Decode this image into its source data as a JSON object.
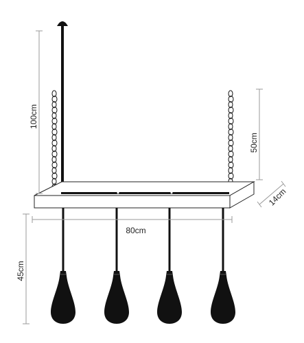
{
  "dimensions": {
    "drop_height": "100cm",
    "chain_height": "50cm",
    "depth": "14cm",
    "width": "80cm",
    "pendant_height": "45cm"
  },
  "colors": {
    "line": "#111111",
    "dim_line": "#9a9a9a",
    "board_fill": "#ffffff",
    "lamp": "#111111"
  },
  "lamp_count": 4
}
